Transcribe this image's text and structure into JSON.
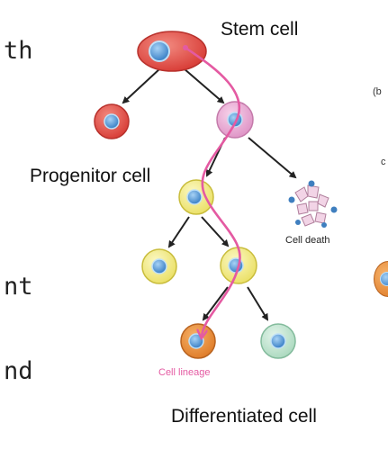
{
  "left_fragments": [
    "th",
    "nt",
    "nd"
  ],
  "right_fragments": [
    "(b",
    "c"
  ],
  "labels": {
    "stem_cell": "Stem cell",
    "progenitor_cell": "Progenitor cell",
    "cell_death": "Cell death",
    "cell_lineage": "Cell lineage",
    "differentiated_cell": "Differentiated cell"
  },
  "colors": {
    "stem": "#e0463e",
    "progenitor": "#e7a9d2",
    "committed": "#f3ec86",
    "diff_orange": "#e98a38",
    "diff_green": "#bfe3cf",
    "lineage": "#e45aa2",
    "nucleus": "#4a90d0"
  }
}
